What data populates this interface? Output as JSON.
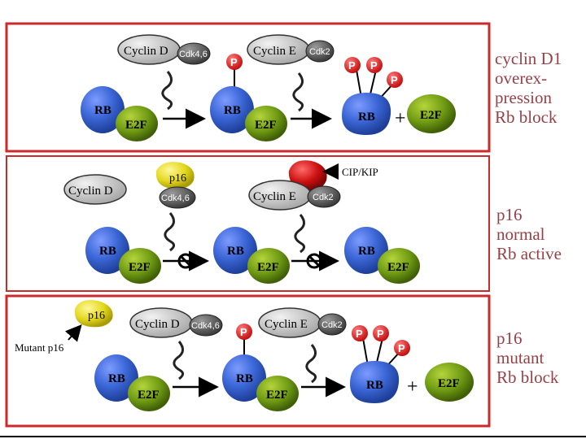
{
  "colors": {
    "frame": "#cc2a2a",
    "side_text": "#9a3f46",
    "rb": "#3b66d6",
    "e2f": "#6f9a14",
    "cyclin": "#d5d5d5",
    "cdk": "#5c5c5c",
    "phosphate": "#dd1b1b",
    "p16": "#e3d81c",
    "cipkip": "#cc1010"
  },
  "labels": {
    "rb": "RB",
    "e2f": "E2F",
    "cyclin_d": "Cyclin D",
    "cyclin_e": "Cyclin E",
    "cdk46": "Cdk4,6",
    "cdk2": "Cdk2",
    "p": "P",
    "p16": "p16",
    "cipkip": "CIP/KIP",
    "plus": "+",
    "mutant_p16": "Mutant p16"
  },
  "panels": [
    {
      "side_text": "cyclin D1\noverex-\npression\nRb block"
    },
    {
      "side_text": "p16\nnormal\nRb active"
    },
    {
      "side_text": "p16\nmutant\nRb block"
    }
  ]
}
